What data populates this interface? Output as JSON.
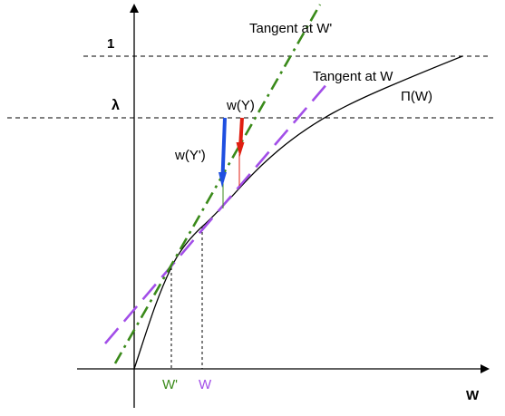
{
  "labels": {
    "y_one": "1",
    "y_lambda": "λ",
    "tangent_w_prime": "Tangent at W'",
    "tangent_w": "Tangent at W",
    "pi_w": "Π(W)",
    "w_y": "w(Y)",
    "w_y_prime": "w(Y')",
    "x_w_prime": "W'",
    "x_w": "W",
    "x_axis": "W"
  },
  "colors": {
    "axis": "#000000",
    "curve": "#000000",
    "tangent_w_prime": "#3a8a1a",
    "tangent_w": "#a24ee8",
    "arrow_w_y": "#e01e10",
    "arrow_w_y_prime": "#1f4fe0",
    "x_w_prime_label": "#3a8a1a",
    "x_w_label": "#a24ee8"
  }
}
